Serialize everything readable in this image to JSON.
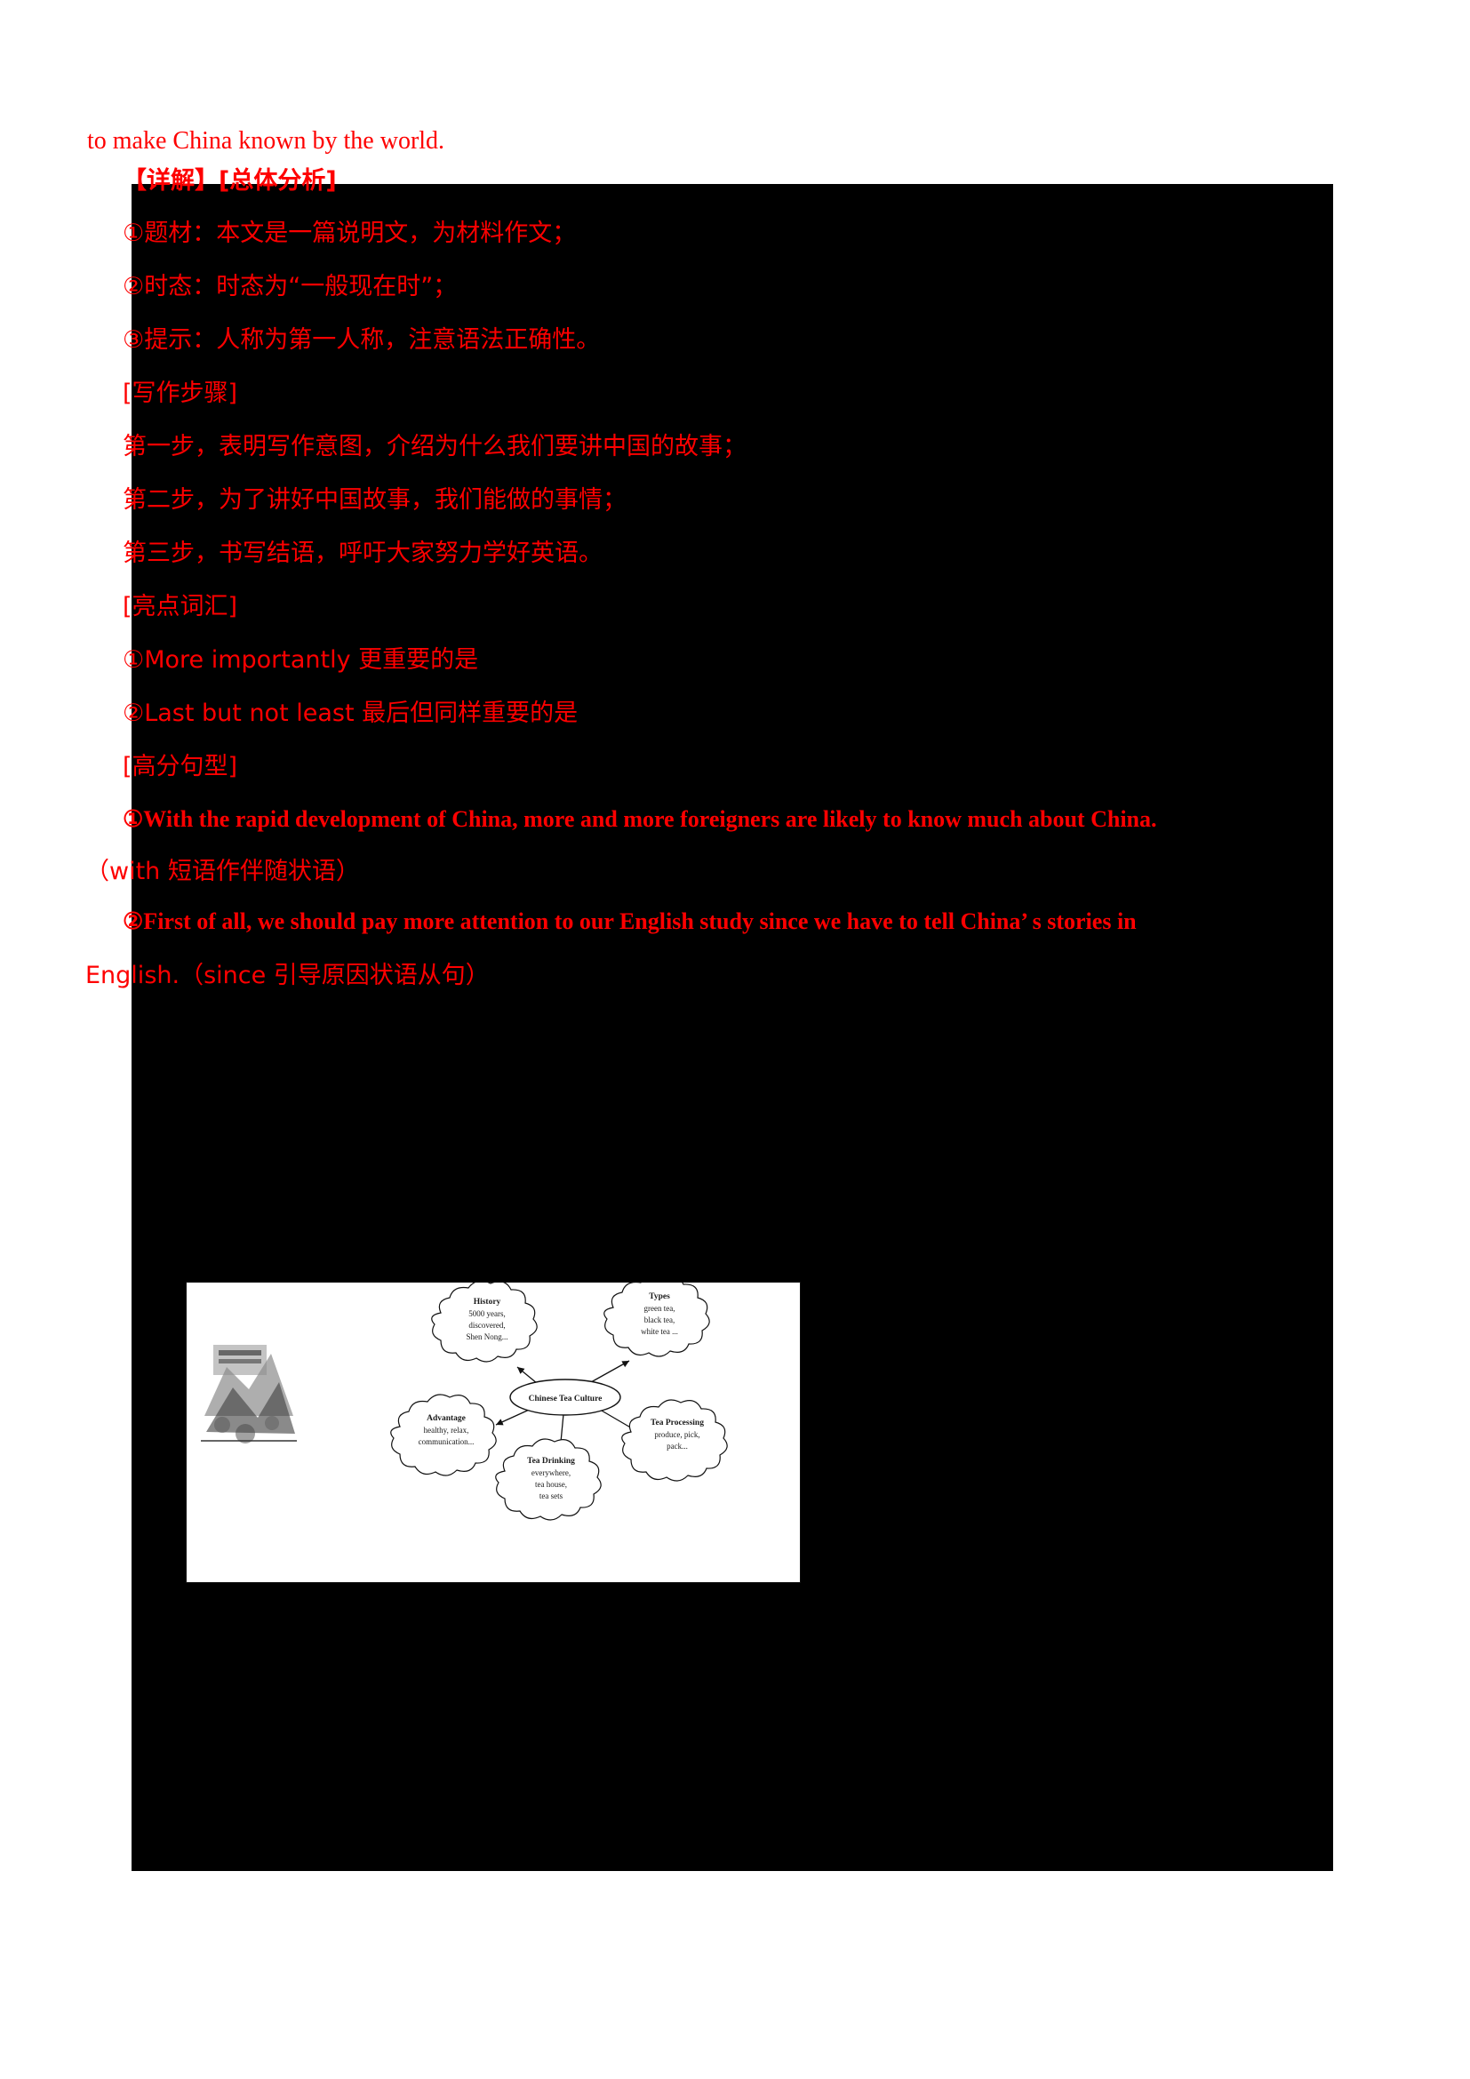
{
  "page": {
    "background": "#ffffff",
    "block_background": "#000000",
    "text_color": "#fe0000"
  },
  "lines": [
    {
      "id": "l01",
      "text": "to make China known by the world."
    },
    {
      "id": "l02",
      "text": "【详解】[总体分析]"
    },
    {
      "id": "l03",
      "text": "①题材：本文是一篇说明文，为材料作文；"
    },
    {
      "id": "l04",
      "text": "②时态：时态为“一般现在时”；"
    },
    {
      "id": "l05",
      "text": "③提示：人称为第一人称，注意语法正确性。"
    },
    {
      "id": "l06",
      "text": "[写作步骤]"
    },
    {
      "id": "l07",
      "text": "第一步，表明写作意图，介绍为什么我们要讲中国的故事；"
    },
    {
      "id": "l08",
      "text": "第二步，为了讲好中国故事，我们能做的事情；"
    },
    {
      "id": "l09",
      "text": "第三步，书写结语，呼吁大家努力学好英语。"
    },
    {
      "id": "l10",
      "text": "[亮点词汇]"
    },
    {
      "id": "l11",
      "text": "①More importantly 更重要的是"
    },
    {
      "id": "l12",
      "text": "②Last but not least 最后但同样重要的是"
    },
    {
      "id": "l13",
      "text": "[高分句型]"
    },
    {
      "id": "l14",
      "text": "①With the rapid development of China, more and more foreigners are likely to know much about China."
    },
    {
      "id": "l15",
      "text": "（with 短语作伴随状语）"
    },
    {
      "id": "l16",
      "text": "②First of all, we should pay more attention to our English study since we have to tell China’ s stories in"
    },
    {
      "id": "l17",
      "text": "English.（since 引导原因状语从句）"
    }
  ],
  "figure": {
    "name": "chinese-tea-culture-mind-map",
    "center": {
      "label": "Chinese Tea Culture"
    },
    "nodes": [
      {
        "id": "history",
        "title": "History",
        "lines": [
          "5000 years,",
          "discovered,",
          "Shen Nong..."
        ]
      },
      {
        "id": "types",
        "title": "Types",
        "lines": [
          "green tea,",
          "black tea,",
          "white tea ..."
        ]
      },
      {
        "id": "advantage",
        "title": "Advantage",
        "lines": [
          "healthy, relax,",
          "communication..."
        ]
      },
      {
        "id": "processing",
        "title": "Tea Processing",
        "lines": [
          "produce, pick,",
          "pack..."
        ]
      },
      {
        "id": "drinking",
        "title": "Tea Drinking",
        "lines": [
          "everywhere,",
          "tea house,",
          "tea sets"
        ]
      }
    ],
    "photo_caption": ""
  }
}
